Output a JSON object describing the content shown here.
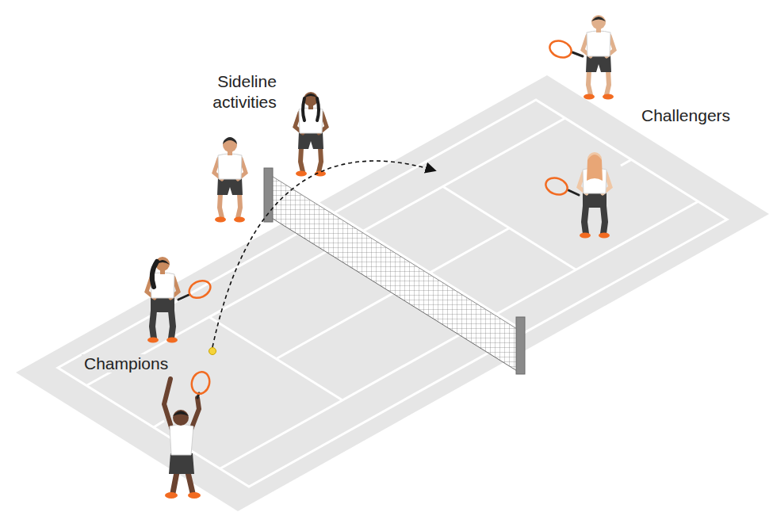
{
  "diagram": {
    "labels": [
      "Sideline activities",
      "Champions",
      "Challengers"
    ]
  }
}
